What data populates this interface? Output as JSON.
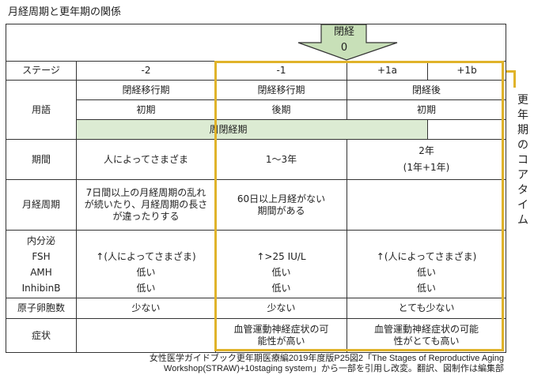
{
  "title": "月経周期と更年期の関係",
  "arrow": {
    "line1": "閉経",
    "line2": "0"
  },
  "stage": {
    "label": "ステージ",
    "cols": [
      "-2",
      "-1",
      "+1a",
      "+1b"
    ]
  },
  "term": {
    "label": "用語",
    "row1": [
      "閉経移行期",
      "閉経移行期",
      "閉経後"
    ],
    "row2": [
      "初期",
      "後期",
      "初期"
    ],
    "row3": "周閉経期"
  },
  "period": {
    "label": "期間",
    "cols": [
      "人によってさまざま",
      "1〜3年",
      "2年"
    ],
    "sub": "(1年+1年)"
  },
  "cycle": {
    "label": "月経周期",
    "cols": [
      "7日間以上の月経周期の乱れが続いたり、月経周期の長さが違ったりする",
      "60日以上月経がない期間がある",
      ""
    ]
  },
  "endo": {
    "labels": [
      "内分泌",
      "FSH",
      "AMH",
      "InhibinB"
    ],
    "fsh": [
      "↑(人によってさまざま)",
      "↑>25 IU/L",
      "↑(人によってさまざま)"
    ],
    "amh": [
      "低い",
      "低い",
      "低い"
    ],
    "inhibin": [
      "低い",
      "低い",
      "低い"
    ]
  },
  "follicle": {
    "label": "原子卵胞数",
    "cols": [
      "少ない",
      "少ない",
      "とても少ない"
    ]
  },
  "symptom": {
    "label": "症状",
    "cols": [
      "",
      "血管運動神経症状の可能性が高い",
      "血管運動神経症状の可能性がとても高い"
    ]
  },
  "core": [
    "更",
    "年",
    "期",
    "の",
    "コ",
    "ア",
    "タ",
    "イ",
    "ム"
  ],
  "footnote": {
    "line1": "女性医学ガイドブック更年期医療編2019年度版P25図2「The Stages of Reproductive Aging",
    "line2": "Workshop(STRAW)+10staging system」から一部を引用し改変。翻訳、図制作は編集部"
  },
  "colors": {
    "accent": "#e0b32a",
    "green": "#dcebd3"
  }
}
